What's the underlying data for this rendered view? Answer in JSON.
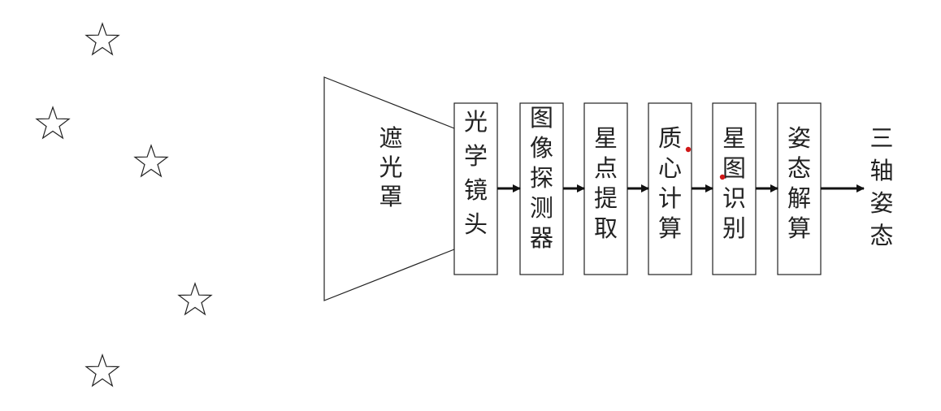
{
  "colors": {
    "stroke": "#222222",
    "text": "#222222",
    "marker_dot": "#d01818",
    "background": "#ffffff"
  },
  "stars": [
    {
      "icon": "star-outline-icon"
    },
    {
      "icon": "star-outline-icon"
    },
    {
      "icon": "star-outline-icon"
    },
    {
      "icon": "star-outline-icon"
    },
    {
      "icon": "star-outline-icon"
    }
  ],
  "hood": {
    "label": "遮光罩"
  },
  "boxes": [
    {
      "label": "光学镜头"
    },
    {
      "label": "图像探测器"
    },
    {
      "label": "星点提取"
    },
    {
      "label": "质心计算"
    },
    {
      "label": "星图识别"
    },
    {
      "label": "姿态解算"
    }
  ],
  "output": {
    "label": "三轴姿态"
  }
}
